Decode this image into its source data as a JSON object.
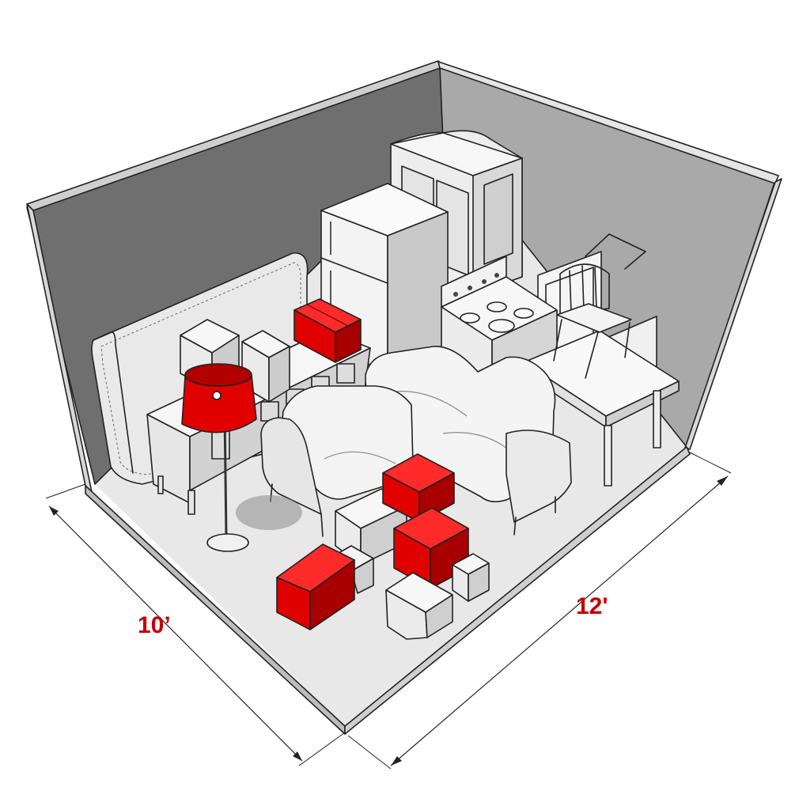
{
  "dimensions": {
    "width_label": "10’",
    "length_label": "12'"
  },
  "colors": {
    "accent": "#e00000",
    "wall_back": "#6e6e6e",
    "wall_right": "#a9a9a9",
    "floor": "#eaeaea",
    "label": "#c40000"
  },
  "items": [
    {
      "name": "mattress"
    },
    {
      "name": "dresser"
    },
    {
      "name": "refrigerator"
    },
    {
      "name": "armoire"
    },
    {
      "name": "stove"
    },
    {
      "name": "dining-table"
    },
    {
      "name": "chairs"
    },
    {
      "name": "sofa"
    },
    {
      "name": "armchair"
    },
    {
      "name": "floor-lamp"
    },
    {
      "name": "boxes"
    },
    {
      "name": "picture-frames"
    }
  ]
}
